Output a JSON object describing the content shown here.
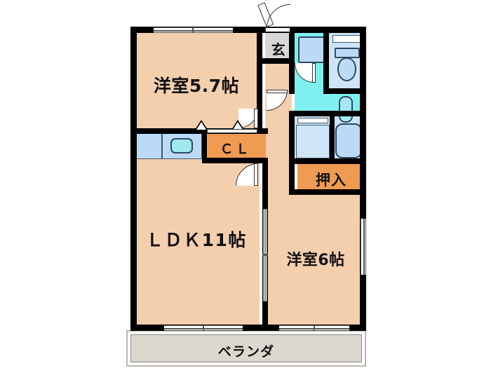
{
  "plan": {
    "type": "japanese-apartment-floor-plan",
    "rooms": [
      {
        "id": "washitsu_top",
        "label": "洋室5.7帖",
        "kind": "western-room",
        "size_jo": 5.7
      },
      {
        "id": "ldk",
        "label": "ＬＤＫ11帖",
        "kind": "living-dining-kitchen",
        "size_jo": 11
      },
      {
        "id": "washitsu_right",
        "label": "洋室6帖",
        "kind": "western-room",
        "size_jo": 6
      },
      {
        "id": "entrance",
        "label": "玄",
        "kind": "entrance-hall"
      },
      {
        "id": "closet_cl",
        "label": "ＣＬ",
        "kind": "closet"
      },
      {
        "id": "oshiire",
        "label": "押入",
        "kind": "japanese-closet"
      },
      {
        "id": "veranda",
        "label": "ベランダ",
        "kind": "balcony"
      }
    ],
    "fixtures": [
      {
        "id": "toilet",
        "name": "toilet-fixture"
      },
      {
        "id": "washer",
        "name": "washing-machine-space"
      },
      {
        "id": "bathtub",
        "name": "bathtub-fixture"
      },
      {
        "id": "vanity",
        "name": "vanity-sink-fixture"
      },
      {
        "id": "kitchen_sink",
        "name": "kitchen-sink-fixture"
      },
      {
        "id": "kitchen_counter",
        "name": "kitchen-counter"
      }
    ],
    "colors": {
      "room_fill": "#f4cfae",
      "wet_fill": "#7ef0f0",
      "pale_fill": "#cfe4f7",
      "closet_fill": "#ef9b52",
      "veranda_fill": "#dcd7cf",
      "entrance_fill": "#d8d8d8",
      "wall": "#000000"
    }
  },
  "labels": {
    "room_top": "洋室5.7帖",
    "ldk": "ＬＤＫ11帖",
    "room_right": "洋室6帖",
    "entrance": "玄",
    "cl": "ＣＬ",
    "oshiire": "押入",
    "veranda": "ベランダ"
  }
}
